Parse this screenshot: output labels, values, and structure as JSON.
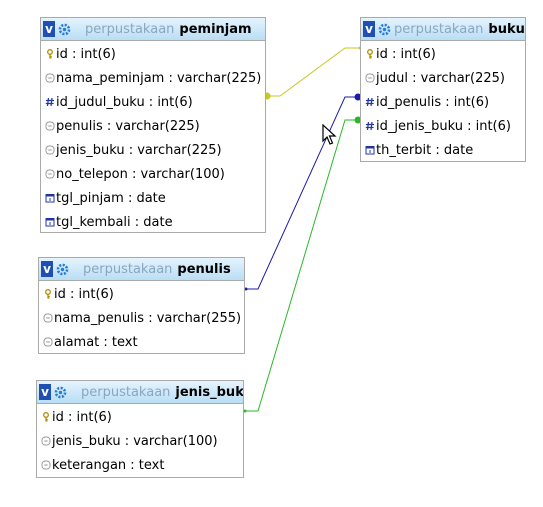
{
  "colors": {
    "header_top": "#e5f4fd",
    "header_bottom": "#b9def5",
    "v_button": "#1f4fb0",
    "db_name_text": "#8aa6bf",
    "link_peminjam_buku": "#c8c820",
    "link_penulis_buku": "#1c1ca8",
    "link_jenis_buku_buku": "#2ab82a"
  },
  "tables": {
    "peminjam": {
      "db": "perpustakaan",
      "name": "peminjam",
      "columns": [
        {
          "label": "id : int(6)",
          "icon": "primary-key-icon"
        },
        {
          "label": "nama_peminjam : varchar(225)",
          "icon": "text-field-icon"
        },
        {
          "label": "id_judul_buku : int(6)",
          "icon": "number-field-icon"
        },
        {
          "label": "penulis : varchar(225)",
          "icon": "text-field-icon"
        },
        {
          "label": "jenis_buku : varchar(225)",
          "icon": "text-field-icon"
        },
        {
          "label": "no_telepon : varchar(100)",
          "icon": "text-field-icon"
        },
        {
          "label": "tgl_pinjam : date",
          "icon": "date-field-icon"
        },
        {
          "label": "tgl_kembali : date",
          "icon": "date-field-icon"
        }
      ]
    },
    "buku": {
      "db": "perpustakaan",
      "name": "buku",
      "columns": [
        {
          "label": "id : int(6)",
          "icon": "primary-key-icon"
        },
        {
          "label": "judul : varchar(225)",
          "icon": "text-field-icon"
        },
        {
          "label": "id_penulis : int(6)",
          "icon": "number-field-icon"
        },
        {
          "label": "id_jenis_buku : int(6)",
          "icon": "number-field-icon"
        },
        {
          "label": "th_terbit : date",
          "icon": "date-field-icon"
        }
      ]
    },
    "penulis": {
      "db": "perpustakaan",
      "name": "penulis",
      "columns": [
        {
          "label": "id : int(6)",
          "icon": "primary-key-icon"
        },
        {
          "label": "nama_penulis : varchar(255)",
          "icon": "text-field-icon"
        },
        {
          "label": "alamat : text",
          "icon": "text-field-icon"
        }
      ]
    },
    "jenis_buku": {
      "db": "perpustakaan",
      "name": "jenis_buku",
      "columns": [
        {
          "label": "id : int(6)",
          "icon": "primary-key-icon"
        },
        {
          "label": "jenis_buku : varchar(100)",
          "icon": "text-field-icon"
        },
        {
          "label": "keterangan : text",
          "icon": "text-field-icon"
        }
      ]
    }
  }
}
